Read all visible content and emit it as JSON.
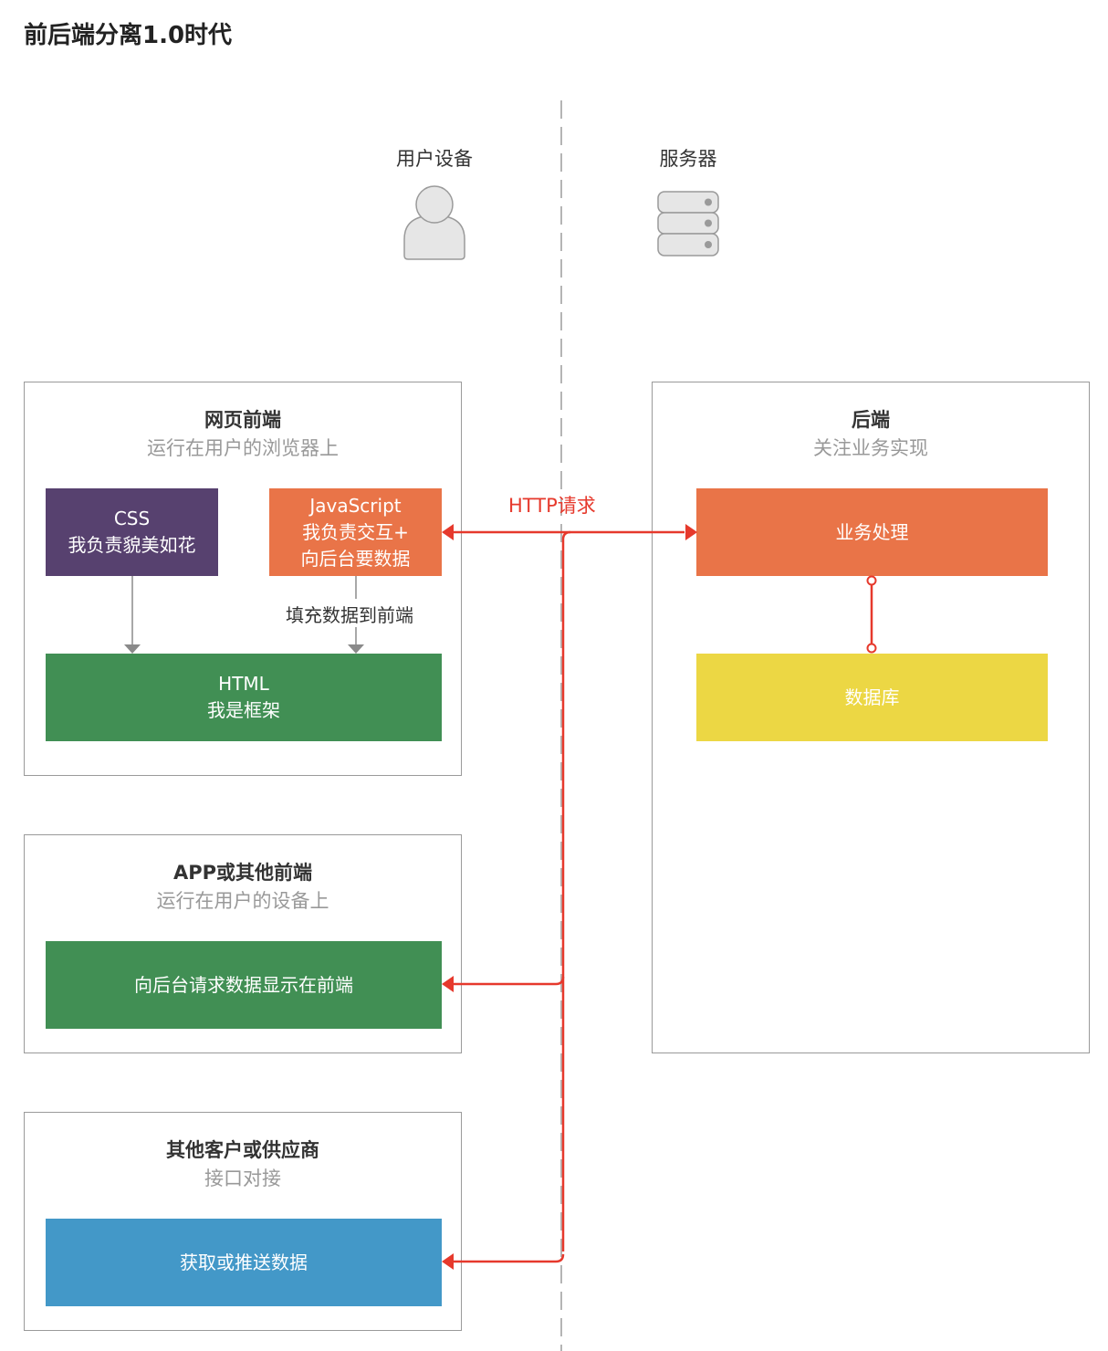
{
  "title": "前后端分离1.0时代",
  "actors": {
    "user": {
      "label": "用户设备",
      "icon": "user-icon"
    },
    "server": {
      "label": "服务器",
      "icon": "server-icon"
    }
  },
  "panels": {
    "web_frontend": {
      "title": "网页前端",
      "subtitle": "运行在用户的浏览器上"
    },
    "app_frontend": {
      "title": "APP或其他前端",
      "subtitle": "运行在用户的设备上"
    },
    "partners": {
      "title": "其他客户或供应商",
      "subtitle": "接口对接"
    },
    "backend": {
      "title": "后端",
      "subtitle": "关注业务实现"
    }
  },
  "boxes": {
    "css": {
      "line1": "CSS",
      "line2": "我负责貌美如花"
    },
    "js": {
      "line1": "JavaScript",
      "line2": "我负责交互+",
      "line3": "向后台要数据"
    },
    "html": {
      "line1": "HTML",
      "line2": "我是框架"
    },
    "app_request": {
      "line1": "向后台请求数据显示在前端"
    },
    "fetch_push": {
      "line1": "获取或推送数据"
    },
    "business": {
      "line1": "业务处理"
    },
    "database": {
      "line1": "数据库"
    }
  },
  "connectors": {
    "fill_data": "填充数据到前端",
    "http_request": "HTTP请求"
  },
  "colors": {
    "css": "#57416f",
    "js": "#e97448",
    "html": "#418f54",
    "app_request": "#418f54",
    "fetch_push": "#4398c8",
    "business": "#e97448",
    "database": "#ecd744",
    "http_line": "#e6392c",
    "divider": "#b5b5b5"
  }
}
